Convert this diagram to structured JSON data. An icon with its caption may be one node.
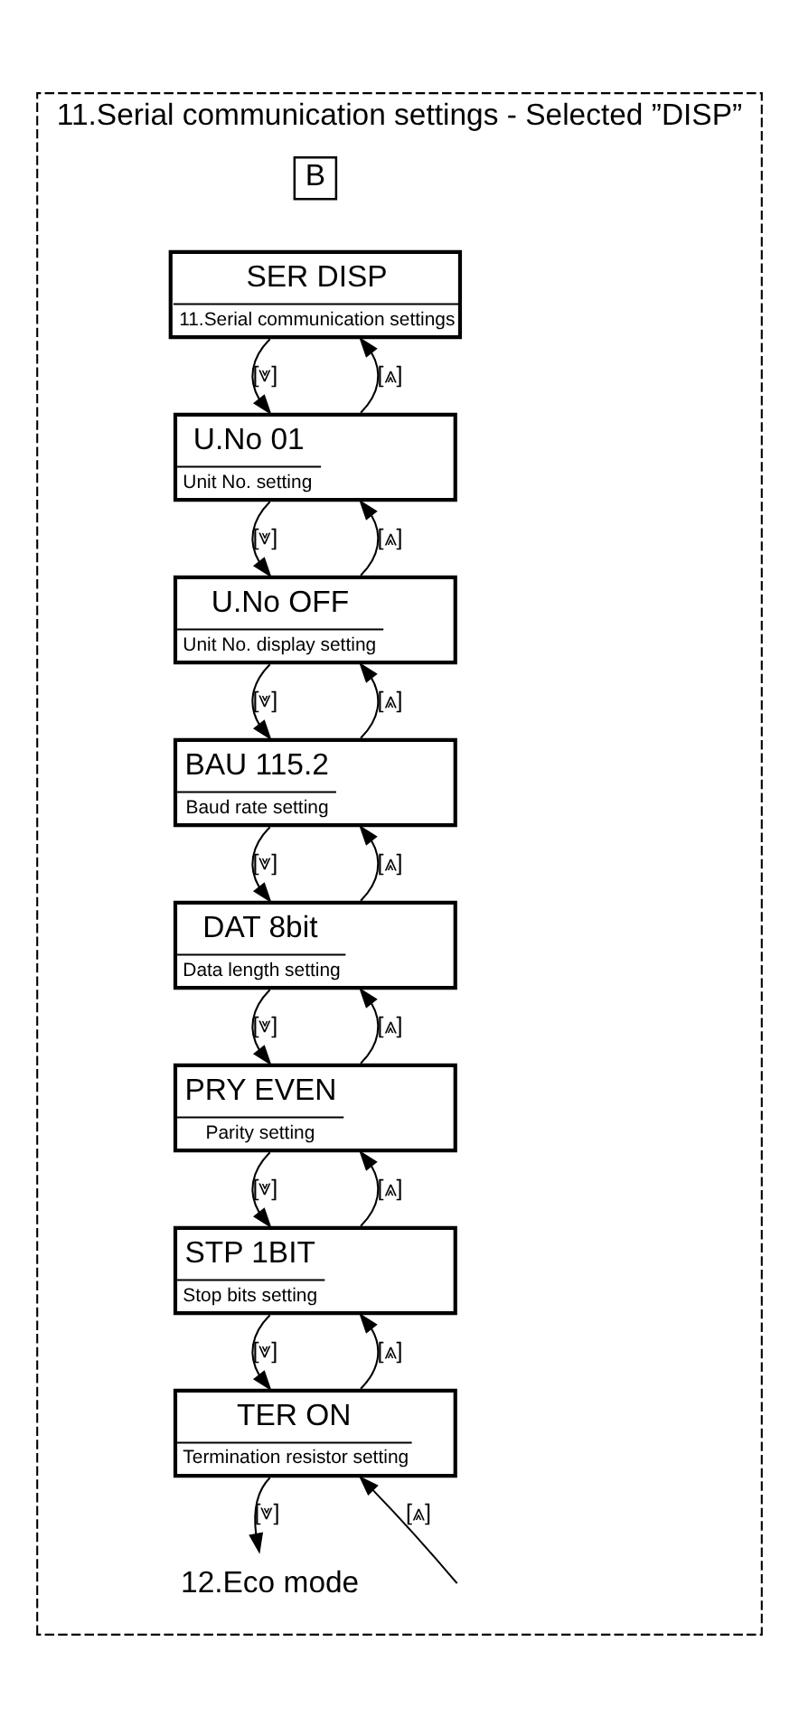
{
  "diagram": {
    "nodes": [
      {
        "text": [
          "11.Serial communication settings - Selected ”DISP”"
        ]
      },
      {
        "text": [
          "B"
        ],
        "in": 0
      },
      {
        "text": [
          "SER DISP",
          "11.Serial communication settings"
        ],
        "in": 0
      },
      {
        "text": [
          "U.No 01",
          "Unit No. setting"
        ],
        "in": 0
      },
      {
        "text": [
          "U.No OFF",
          "Unit No. display setting"
        ],
        "in": 0
      },
      {
        "text": [
          "BAU 115.2",
          "Baud rate setting"
        ],
        "in": 0
      },
      {
        "text": [
          "DAT 8bit",
          "Data length setting"
        ],
        "in": 0
      },
      {
        "text": [
          "PRY EVEN",
          "Parity setting"
        ],
        "in": 0
      },
      {
        "text": [
          "STP 1BIT",
          "Stop bits setting"
        ],
        "in": 0
      },
      {
        "text": [
          "TER ON",
          "Termination resistor setting"
        ],
        "in": 0
      },
      {
        "text": [
          "12.Eco mode"
        ],
        "in": 0
      }
    ],
    "edges": [
      {
        "from": 2,
        "to": 3,
        "arrow": "to",
        "label": "[⩔]"
      },
      {
        "from": 3,
        "to": 2,
        "arrow": "to",
        "label": "[⩓]"
      },
      {
        "from": 3,
        "to": 4,
        "arrow": "to",
        "label": "[⩔]"
      },
      {
        "from": 4,
        "to": 3,
        "arrow": "to",
        "label": "[⩓]"
      },
      {
        "from": 4,
        "to": 5,
        "arrow": "to",
        "label": "[⩔]"
      },
      {
        "from": 5,
        "to": 4,
        "arrow": "to",
        "label": "[⩓]"
      },
      {
        "from": 5,
        "to": 6,
        "arrow": "to",
        "label": "[⩔]"
      },
      {
        "from": 6,
        "to": 5,
        "arrow": "to",
        "label": "[⩓]"
      },
      {
        "from": 6,
        "to": 7,
        "arrow": "to",
        "label": "[⩔]"
      },
      {
        "from": 7,
        "to": 6,
        "arrow": "to",
        "label": "[⩓]"
      },
      {
        "from": 7,
        "to": 8,
        "arrow": "to",
        "label": "[⩔]"
      },
      {
        "from": 8,
        "to": 7,
        "arrow": "to",
        "label": "[⩓]"
      },
      {
        "from": 8,
        "to": 9,
        "arrow": "to",
        "label": "[⩔]"
      },
      {
        "from": 9,
        "to": 8,
        "arrow": "to",
        "label": "[⩓]"
      },
      {
        "from": 9,
        "to": 10,
        "arrow": "to",
        "label": "[⩔]"
      },
      {
        "from": null,
        "to": 9,
        "arrow": "to",
        "label": "[⩓]"
      }
    ]
  }
}
